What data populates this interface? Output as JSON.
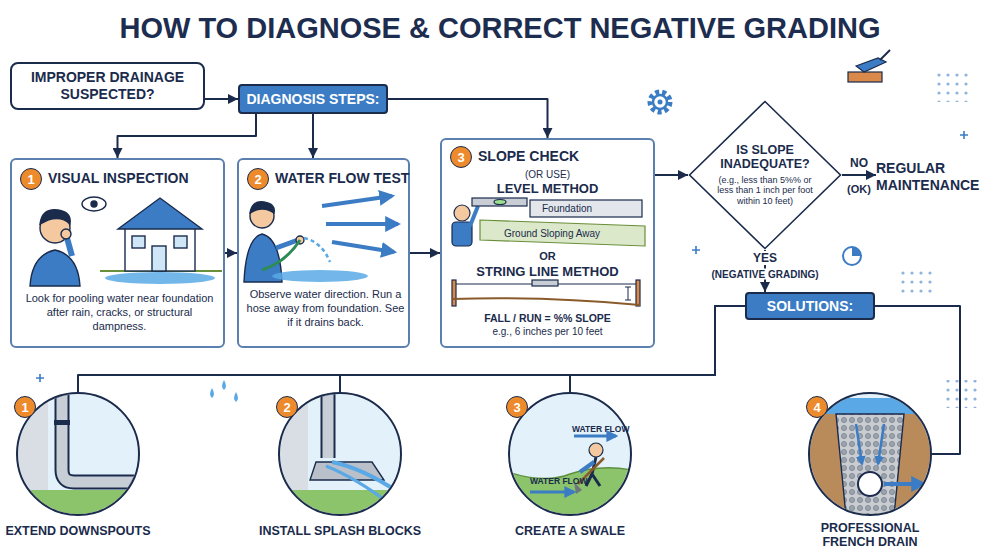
{
  "diagram": {
    "title": "HOW TO DIAGNOSE & CORRECT NEGATIVE GRADING",
    "nodes": [
      {
        "text": [
          "IMPROPER DRAINAGE SUSPECTED?"
        ]
      },
      {
        "text": [
          "DIAGNOSIS STEPS:"
        ]
      },
      {
        "text": [
          "1",
          "VISUAL INSPECTION",
          "Look for pooling water near foundation after rain, cracks, or structural dampness."
        ]
      },
      {
        "text": [
          "2",
          "WATER FLOW TEST",
          "Observe water direction. Run a hose away from foundation. See if it drains back."
        ]
      },
      {
        "text": [
          "3",
          "SLOPE CHECK",
          "(OR USE)",
          "LEVEL METHOD",
          "Foundation",
          "Ground Sloping Away",
          "OR",
          "STRING LINE METHOD",
          "FALL / RUN = %% SLOPE",
          "e.g., 6 inches per 10 feet"
        ]
      },
      {
        "text": [
          "IS SLOPE INADEQUATE?",
          "(e.g., less than 5%% or less than 1 inch per foot within 10 feet)"
        ]
      },
      {
        "text": [
          "REGULAR MAINTENANCE"
        ]
      },
      {
        "text": [
          "SOLUTIONS:"
        ]
      },
      {
        "text": [
          "1",
          "EXTEND DOWNSPOUTS"
        ]
      },
      {
        "text": [
          "2",
          "INSTALL SPLASH BLOCKS"
        ]
      },
      {
        "text": [
          "3",
          "WATER FLOW",
          "WATER FLOW",
          "CREATE A SWALE"
        ]
      },
      {
        "text": [
          "4",
          "PROFESSIONAL FRENCH DRAIN"
        ]
      }
    ],
    "edges": [
      {
        "from": 0,
        "to": 1,
        "arrow": "to"
      },
      {
        "from": 1,
        "to": 2,
        "arrow": "to"
      },
      {
        "from": 1,
        "to": 3,
        "arrow": "to"
      },
      {
        "from": 1,
        "to": 4,
        "arrow": "to"
      },
      {
        "from": 2,
        "to": 3,
        "arrow": "to"
      },
      {
        "from": 3,
        "to": 4,
        "arrow": "to"
      },
      {
        "from": 4,
        "to": 5,
        "arrow": "to"
      },
      {
        "from": 5,
        "to": 6,
        "label": "NO",
        "arrow": "to"
      },
      {
        "from": 5,
        "to": 7,
        "label": "YES",
        "arrow": "to"
      },
      {
        "from": 7,
        "to": 8,
        "arrow": "none"
      },
      {
        "from": 7,
        "to": 9,
        "arrow": "none"
      },
      {
        "from": 7,
        "to": 10,
        "arrow": "none"
      },
      {
        "from": 7,
        "to": 11,
        "arrow": "none"
      }
    ],
    "labels": [
      "(OK)",
      "(NEGATIVE GRADING)"
    ]
  }
}
